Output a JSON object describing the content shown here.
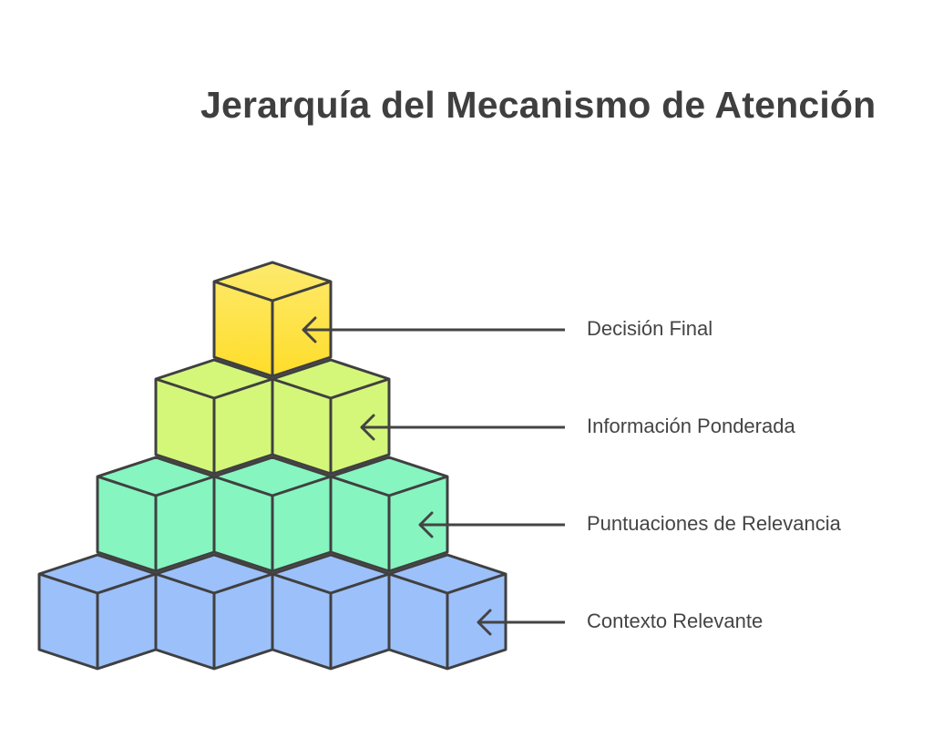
{
  "title": "Jerarquía del Mecanismo de Atención",
  "levels": [
    {
      "label": "Decisión Final",
      "cubes": 1,
      "color_top": "#FDEA6E",
      "color_bottom": "#FFDD2A"
    },
    {
      "label": "Información Ponderada",
      "cubes": 2,
      "color_top": "#D4F77A",
      "color_bottom": "#D4F77A"
    },
    {
      "label": "Puntuaciones de Relevancia",
      "cubes": 3,
      "color_top": "#86F5C0",
      "color_bottom": "#86F5C0"
    },
    {
      "label": "Contexto Relevante",
      "cubes": 4,
      "color_top": "#9CC0FA",
      "color_bottom": "#9CC0FA"
    }
  ],
  "stroke_color": "#404040"
}
